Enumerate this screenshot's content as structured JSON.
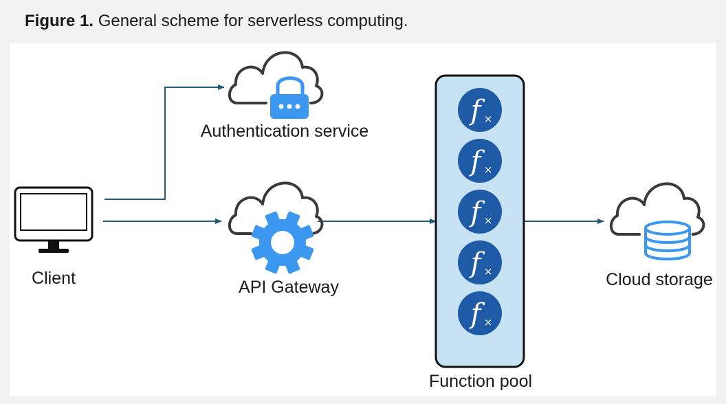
{
  "caption": {
    "label": "Figure 1.",
    "text": "General scheme for serverless computing."
  },
  "nodes": {
    "client": "Client",
    "auth": "Authentication service",
    "gateway": "API Gateway",
    "pool": "Function pool",
    "storage": "Cloud storage"
  },
  "icons": {
    "client": "monitor-icon",
    "auth": "cloud-lock-icon",
    "gateway": "cloud-gear-icon",
    "function": "function-fx-icon",
    "storage": "cloud-database-icon"
  },
  "function_pool": {
    "count": 5
  },
  "colors": {
    "arrow": "#1f5c7a",
    "cloud_outline": "#3a3a3a",
    "accent_blue": "#3b97f0",
    "function_circle": "#1f5aa6",
    "pool_fill": "#c7e3f3",
    "pool_border": "#111111"
  }
}
